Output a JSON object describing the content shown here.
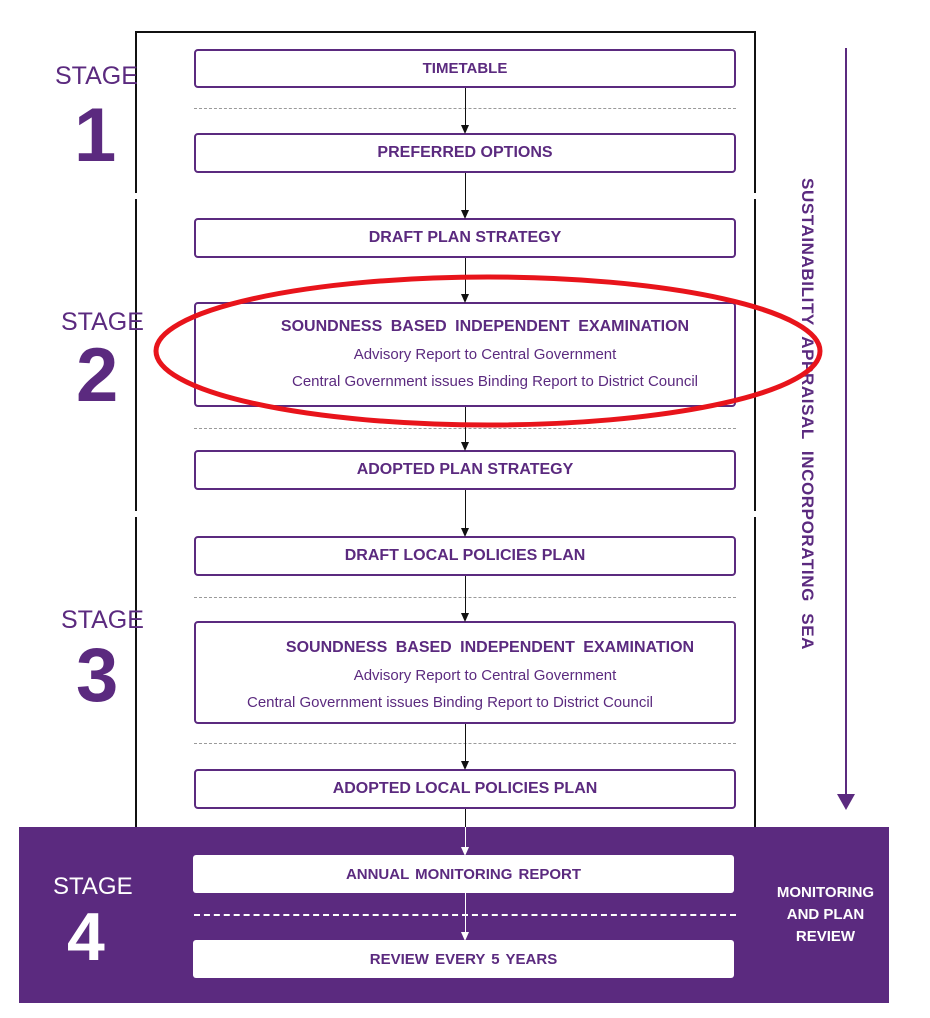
{
  "stages": [
    {
      "label": "STAGE",
      "number": "1"
    },
    {
      "label": "STAGE",
      "number": "2"
    },
    {
      "label": "STAGE",
      "number": "3"
    },
    {
      "label": "STAGE",
      "number": "4"
    }
  ],
  "steps": {
    "timetable": "TIMETABLE",
    "preferred_options": "PREFERRED OPTIONS",
    "draft_plan_strategy": "DRAFT PLAN STRATEGY",
    "examination_1": {
      "title": "SOUNDNESS BASED INDEPENDENT EXAMINATION",
      "line1": "Advisory Report to Central Government",
      "line2": "Central Government issues Binding Report to District Council"
    },
    "adopted_plan_strategy": "ADOPTED PLAN STRATEGY",
    "draft_local_policies_plan": "DRAFT LOCAL POLICIES PLAN",
    "examination_2": {
      "title": "SOUNDNESS BASED INDEPENDENT EXAMINATION",
      "line1": "Advisory Report to Central Government",
      "line2": "Central Government issues Binding Report to District Council"
    },
    "adopted_local_policies_plan": "ADOPTED LOCAL POLICIES PLAN",
    "annual_monitoring_report": "ANNUAL MONITORING REPORT",
    "review_every_5_years": "REVIEW EVERY 5 YEARS"
  },
  "side_labels": {
    "sustainability": "SUSTAINABILITY APPRAISAL INCORPORATING SEA",
    "monitoring_line1": "MONITORING",
    "monitoring_line2": "AND PLAN",
    "monitoring_line3": "REVIEW"
  },
  "colors": {
    "brand_purple": "#5b2a7f",
    "highlight_red": "#e8141b"
  }
}
